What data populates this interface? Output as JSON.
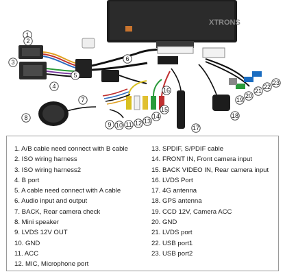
{
  "photo": {
    "brand": "XTRONS",
    "callouts": [
      "1",
      "2",
      "3",
      "4",
      "5",
      "6",
      "7",
      "8",
      "9",
      "10",
      "11",
      "12",
      "13",
      "14",
      "15",
      "16",
      "17",
      "18",
      "19",
      "20",
      "21",
      "22",
      "23"
    ]
  },
  "legend": {
    "left": [
      "1. A/B cable need connect with B cable",
      "2. ISO wiring harness",
      "3. ISO wiring harness2",
      "4. B port",
      "5. A cable need connect with A cable",
      "6. Audio input and output",
      "7. BACK, Rear camera check",
      "8. Mini speaker",
      "9. LVDS 12V OUT",
      "10. GND",
      "11. ACC",
      "12. MIC, Microphone port"
    ],
    "right": [
      "13. SPDIF, S/PDIF cable",
      "14. FRONT IN, Front camera input",
      "15. BACK VIDEO IN, Rear camera input",
      "16. LVDS Port",
      "17. 4G antenna",
      "18. GPS antenna",
      "19. CCD 12V, Camera ACC",
      "20. GND",
      "21. LVDS port",
      "22. USB port1",
      "23. USB port2"
    ]
  }
}
